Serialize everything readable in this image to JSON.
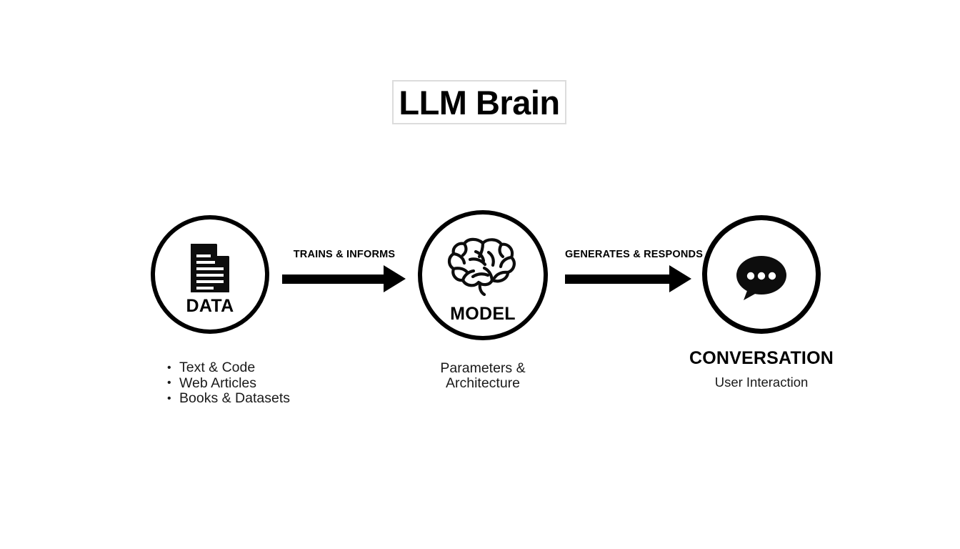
{
  "title": {
    "text": "LLM Brain",
    "border_color": "#dcdcdc"
  },
  "theme": {
    "background": "#ffffff",
    "ink": "#000000",
    "text": "#1a1a1a"
  },
  "stages": [
    {
      "id": "data",
      "icon": "document-icon",
      "circle_label": "DATA",
      "caption_items": [
        "Text & Code",
        "Web Articles",
        "Books & Datasets"
      ]
    },
    {
      "id": "model",
      "icon": "brain-icon",
      "circle_label": "MODEL",
      "caption_lines": [
        "Parameters &",
        "Architecture"
      ]
    },
    {
      "id": "conversation",
      "icon": "speech-bubble-icon",
      "circle_label": "",
      "title": "CONVERSATION",
      "subtitle": "User Interaction"
    }
  ],
  "arrows": [
    {
      "id": "arrow-1",
      "label": "TRAINS & INFORMS"
    },
    {
      "id": "arrow-2",
      "label": "GENERATES & RESPONDS"
    }
  ]
}
